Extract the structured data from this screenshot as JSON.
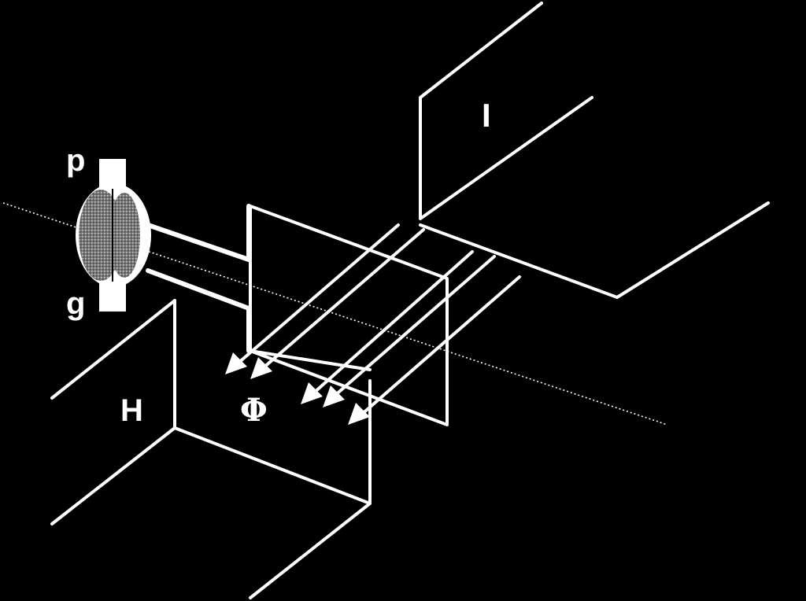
{
  "labels": {
    "p": "p",
    "g": "g",
    "I": "I",
    "H": "H",
    "phi": "Φ"
  },
  "colors": {
    "background": "#000000",
    "foreground": "#ffffff"
  },
  "icons": {
    "lens": "lens-icon",
    "arrow": "arrow-head-icon"
  }
}
